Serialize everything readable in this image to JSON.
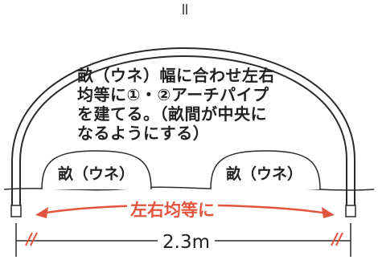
{
  "instruction": "畝（ウネ）幅に合わせ左右\n均等に①・②アーチパイプ\nを建てる。（畝間が中央に\nなるようにする）",
  "ridges": [
    {
      "label": "畝（ウネ）"
    },
    {
      "label": "畝（ウネ）"
    }
  ],
  "spacing_label": "左右均等に",
  "width_label": "2.3m",
  "colors": {
    "arrow": "#e2543e",
    "line": "#2a2a2a",
    "fill": "#ffffff"
  }
}
